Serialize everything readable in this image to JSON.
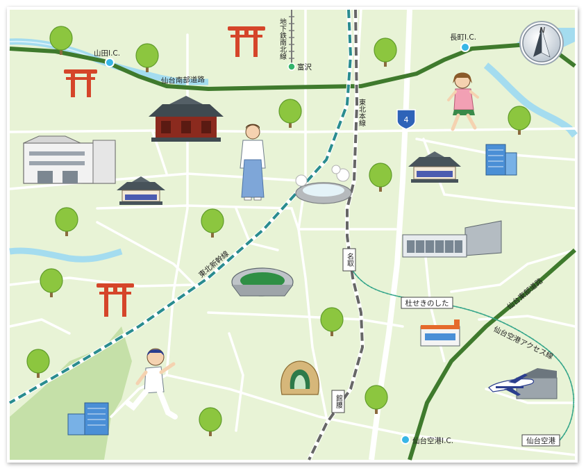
{
  "map": {
    "compass": {
      "letter": "N"
    },
    "interchanges": {
      "yamada": "山田I.C.",
      "nagamachi": "長町I.C.",
      "airport": "仙台空港I.C."
    },
    "roads": {
      "south_road": "仙台南部道路",
      "east_road": "仙台東部道路",
      "route4": "4"
    },
    "rail": {
      "shinkansen": "東北新幹線",
      "tohoku_main": "東北本線",
      "subway": "地下鉄南北線",
      "access_line": "仙台空港アクセス線"
    },
    "stations": {
      "tomisawa": "富沢",
      "natori": "名取",
      "tatekoshi": "館腰",
      "mori": "杜せきのした",
      "airport": "仙台空港"
    }
  }
}
